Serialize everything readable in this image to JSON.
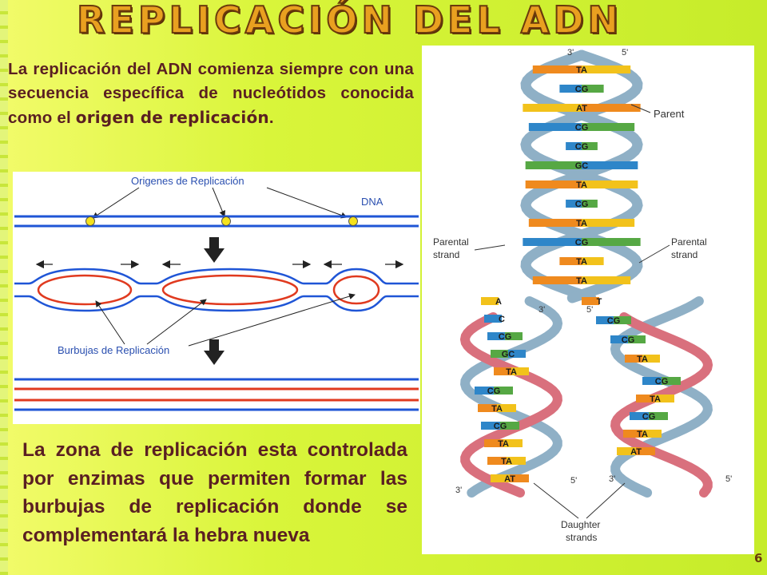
{
  "slide": {
    "title": "REPLICACIÓN DEL ADN",
    "intro_text": "La replicación del ADN comienza siempre con una secuencia específica de nucleótidos conocida como el",
    "intro_emphasis": "origen de replicación",
    "intro_end": ".",
    "outro_text": "La zona de replicación esta controlada por enzimas que permiten formar las burbujas de replicación donde se complementará la hebra nueva",
    "page_number": "6"
  },
  "bubbles_diagram": {
    "origins_label": "Origenes de Replicación",
    "dna_label": "DNA",
    "bubbles_label": "Burbujas de Replicación"
  },
  "helix_diagram": {
    "parent_label": "Parent",
    "parental_strand_left": [
      "Parental",
      "strand"
    ],
    "parental_strand_right": [
      "Parental",
      "strand"
    ],
    "daughter_label": [
      "Daughter",
      "strands"
    ],
    "end_labels": {
      "three_prime": "3'",
      "five_prime": "5'"
    },
    "pairs_top": [
      "TA",
      "CG",
      "AT",
      "CG",
      "CG",
      "GC",
      "TA",
      "CG",
      "TA",
      "CG",
      "TA",
      "TA"
    ],
    "left_bases": [
      "A",
      "C",
      "CG",
      "GC",
      "TA"
    ],
    "right_bases": [
      "T",
      "CG",
      "CG",
      "TA"
    ],
    "daughter_left_pairs": [
      "CG",
      "TA",
      "CG",
      "TA",
      "TA",
      "AT"
    ],
    "daughter_right_pairs": [
      "CG",
      "TA",
      "CG",
      "TA",
      "AT"
    ],
    "colors": {
      "backbone": "#8fb0c6",
      "daughter": "#d9707d",
      "A": "#f2c21b",
      "T": "#ef8a1e",
      "C": "#2e86c9",
      "G": "#56a844"
    }
  }
}
